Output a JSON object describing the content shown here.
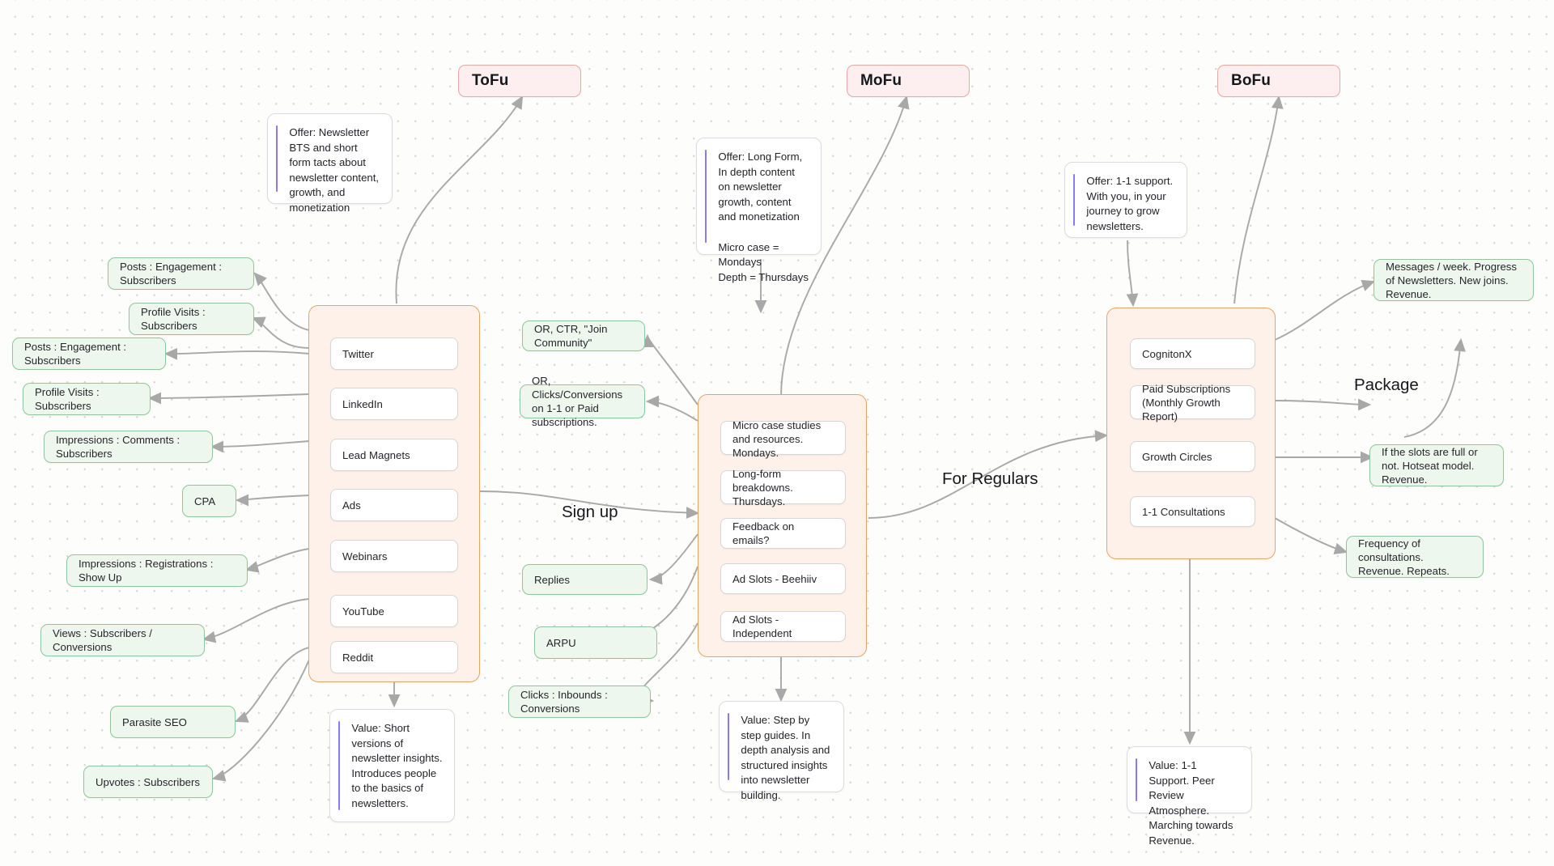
{
  "canvas": {
    "background": "#fdfdfc",
    "dot_color": "#d8d7d4",
    "accent_green": "#8fc79a",
    "accent_orange": "#e9a465",
    "accent_red": "#e8a9a2",
    "accent_purple": "#8b7bf0"
  },
  "stages": [
    {
      "label": "ToFu"
    },
    {
      "label": "MoFu"
    },
    {
      "label": "BoFu"
    }
  ],
  "free_labels": [
    {
      "text": "Sign up"
    },
    {
      "text": "For Regulars"
    },
    {
      "text": "Package"
    }
  ],
  "notes": [
    {
      "name": "tofu-offer-note",
      "text": "Offer: Newsletter BTS and short form tacts about newsletter content, growth, and monetization"
    },
    {
      "name": "mofu-offer-note",
      "text": "Offer: Long Form, In depth content on newsletter growth, content and monetization\n\nMicro case = Mondays\nDepth = Thursdays"
    },
    {
      "name": "bofu-offer-note",
      "text": "Offer: 1-1 support. With you, in your journey to grow newsletters."
    },
    {
      "name": "tofu-value-note",
      "text": "Value: Short versions of newsletter insights. Introduces people to the basics of newsletters."
    },
    {
      "name": "mofu-value-note",
      "text": "Value: Step by step guides. In depth analysis and structured insights into newsletter building."
    },
    {
      "name": "bofu-value-note",
      "text": "Value: 1-1 Support. Peer Review Atmosphere. Marching towards Revenue."
    }
  ],
  "channels_group": {
    "name": "channels-group",
    "items": [
      {
        "label": "Twitter"
      },
      {
        "label": "LinkedIn"
      },
      {
        "label": "Lead Magnets"
      },
      {
        "label": "Ads"
      },
      {
        "label": "Webinars"
      },
      {
        "label": "YouTube"
      },
      {
        "label": "Reddit"
      }
    ]
  },
  "newsletter_group": {
    "name": "newsletter-group",
    "items": [
      {
        "label": "Micro case studies and resources. Mondays."
      },
      {
        "label": "Long-form breakdowns. Thursdays."
      },
      {
        "label": "Feedback on emails?"
      },
      {
        "label": "Ad Slots - Beehiiv"
      },
      {
        "label": "Ad Slots - Independent"
      }
    ]
  },
  "offers_group": {
    "name": "offers-group",
    "items": [
      {
        "label": "CognitonX"
      },
      {
        "label": "Paid Subscriptions (Monthly Growth Report)"
      },
      {
        "label": "Growth Circles"
      },
      {
        "label": "1-1 Consultations"
      }
    ]
  },
  "left_metrics": [
    {
      "label": "Posts : Engagement : Subscribers"
    },
    {
      "label": "Profile Visits : Subscribers"
    },
    {
      "label": "Posts : Engagement : Subscribers"
    },
    {
      "label": "Profile Visits : Subscribers"
    },
    {
      "label": "Impressions : Comments : Subscribers"
    },
    {
      "label": "CPA"
    },
    {
      "label": "Impressions : Registrations : Show Up"
    },
    {
      "label": "Views : Subscribers / Conversions"
    },
    {
      "label": "Parasite SEO"
    },
    {
      "label": "Upvotes : Subscribers"
    }
  ],
  "middle_metrics": [
    {
      "label": "OR, CTR, \"Join Community\""
    },
    {
      "label": "OR, Clicks/Conversions on 1-1 or Paid subscriptions."
    },
    {
      "label": "Replies"
    },
    {
      "label": "ARPU"
    },
    {
      "label": "Clicks : Inbounds : Conversions"
    }
  ],
  "right_metrics": [
    {
      "label": "Messages / week. Progress of Newsletters. New joins. Revenue."
    },
    {
      "label": "If the slots are full or not. Hotseat model. Revenue."
    },
    {
      "label": "Frequency of consultations. Revenue. Repeats."
    }
  ]
}
